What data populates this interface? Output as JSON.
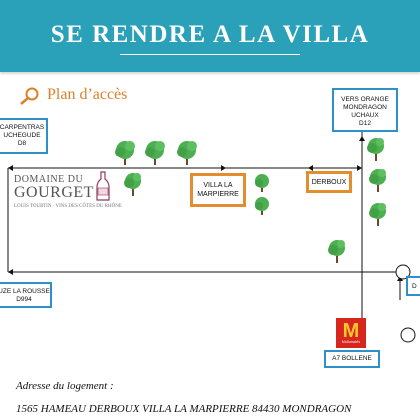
{
  "header": {
    "title": "SE RENDRE A LA VILLA"
  },
  "map": {
    "section_title": "Plan d’accès",
    "signs": {
      "carpentras": [
        "CARPENTRAS",
        "UCHEGUDE",
        "D8"
      ],
      "orange": [
        "VERS ORANGE",
        "MONDRAGON",
        "UCHAUX",
        "D12"
      ],
      "bollene": "A7 BOLLENE",
      "rousse": [
        "UZE LA ROUSSE",
        "D994"
      ],
      "right_edge": "D"
    },
    "villa": [
      "VILLA LA",
      "MARPIERRE"
    ],
    "derboux": "DERBOUX",
    "logo": {
      "domaine": "DOMAINE DU",
      "gourget": "GOURGET",
      "tagline": "LOUIS TOURTIN · VINS DES CÔTES DU RHÔNE"
    },
    "mcdonalds": {
      "letter": "M",
      "label": "McDonald's"
    }
  },
  "address": {
    "label": "Adresse du logement :",
    "value": "1565 HAMEAU DERBOUX VILLA LA MARPIERRE 84430 MONDRAGON"
  },
  "colors": {
    "banner": "#2aa1b8",
    "accent": "#e48d2e",
    "sign_border": "#2f8fc9",
    "tree": "#4caf50"
  }
}
